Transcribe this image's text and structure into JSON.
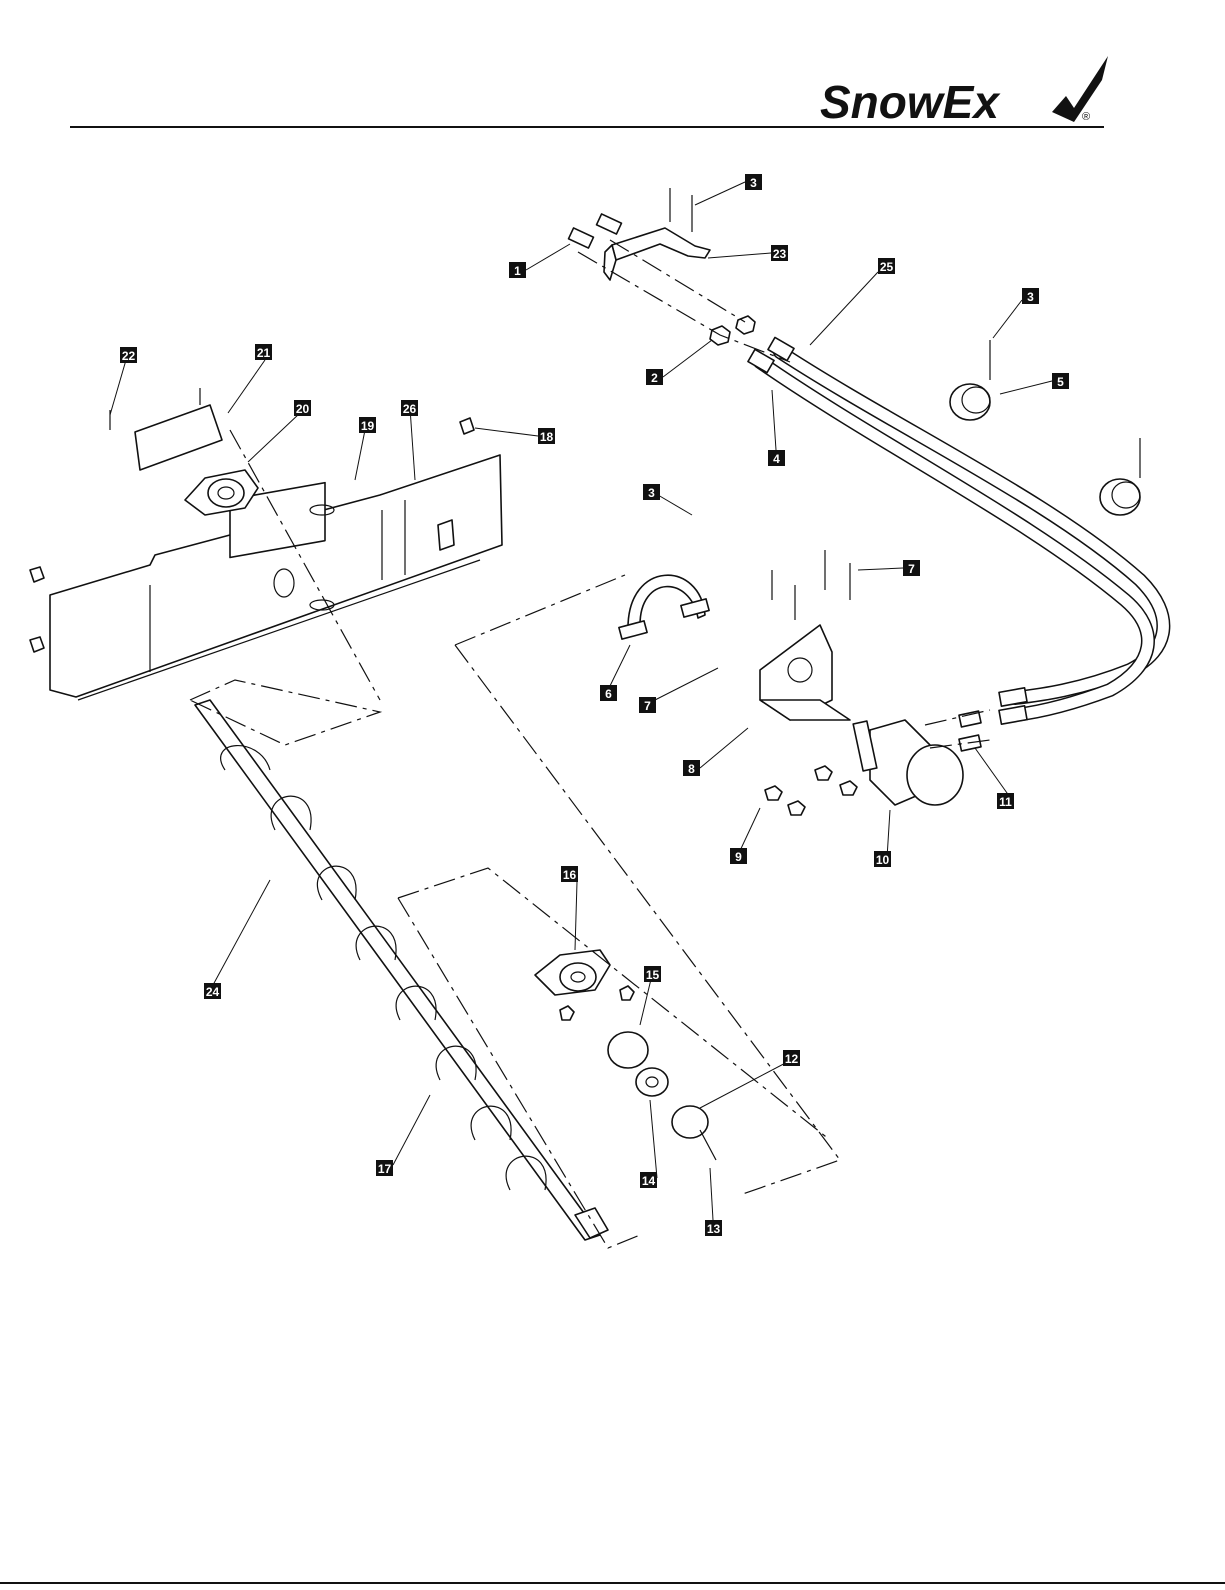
{
  "header": {
    "brand": "SnowEx",
    "registered_mark": "®"
  },
  "callouts": [
    {
      "id": "c1",
      "label": "1"
    },
    {
      "id": "c2",
      "label": "2"
    },
    {
      "id": "c3a",
      "label": "3"
    },
    {
      "id": "c3b",
      "label": "3"
    },
    {
      "id": "c3c",
      "label": "3"
    },
    {
      "id": "c4",
      "label": "4"
    },
    {
      "id": "c5",
      "label": "5"
    },
    {
      "id": "c6",
      "label": "6"
    },
    {
      "id": "c7a",
      "label": "7"
    },
    {
      "id": "c7b",
      "label": "7"
    },
    {
      "id": "c8",
      "label": "8"
    },
    {
      "id": "c9",
      "label": "9"
    },
    {
      "id": "c10",
      "label": "10"
    },
    {
      "id": "c11",
      "label": "11"
    },
    {
      "id": "c12",
      "label": "12"
    },
    {
      "id": "c13",
      "label": "13"
    },
    {
      "id": "c14",
      "label": "14"
    },
    {
      "id": "c15",
      "label": "15"
    },
    {
      "id": "c16",
      "label": "16"
    },
    {
      "id": "c17",
      "label": "17"
    },
    {
      "id": "c18",
      "label": "18"
    },
    {
      "id": "c19",
      "label": "19"
    },
    {
      "id": "c20",
      "label": "20"
    },
    {
      "id": "c21",
      "label": "21"
    },
    {
      "id": "c22",
      "label": "22"
    },
    {
      "id": "c23",
      "label": "23"
    },
    {
      "id": "c24",
      "label": "24"
    },
    {
      "id": "c25",
      "label": "25"
    },
    {
      "id": "c26",
      "label": "26"
    }
  ]
}
